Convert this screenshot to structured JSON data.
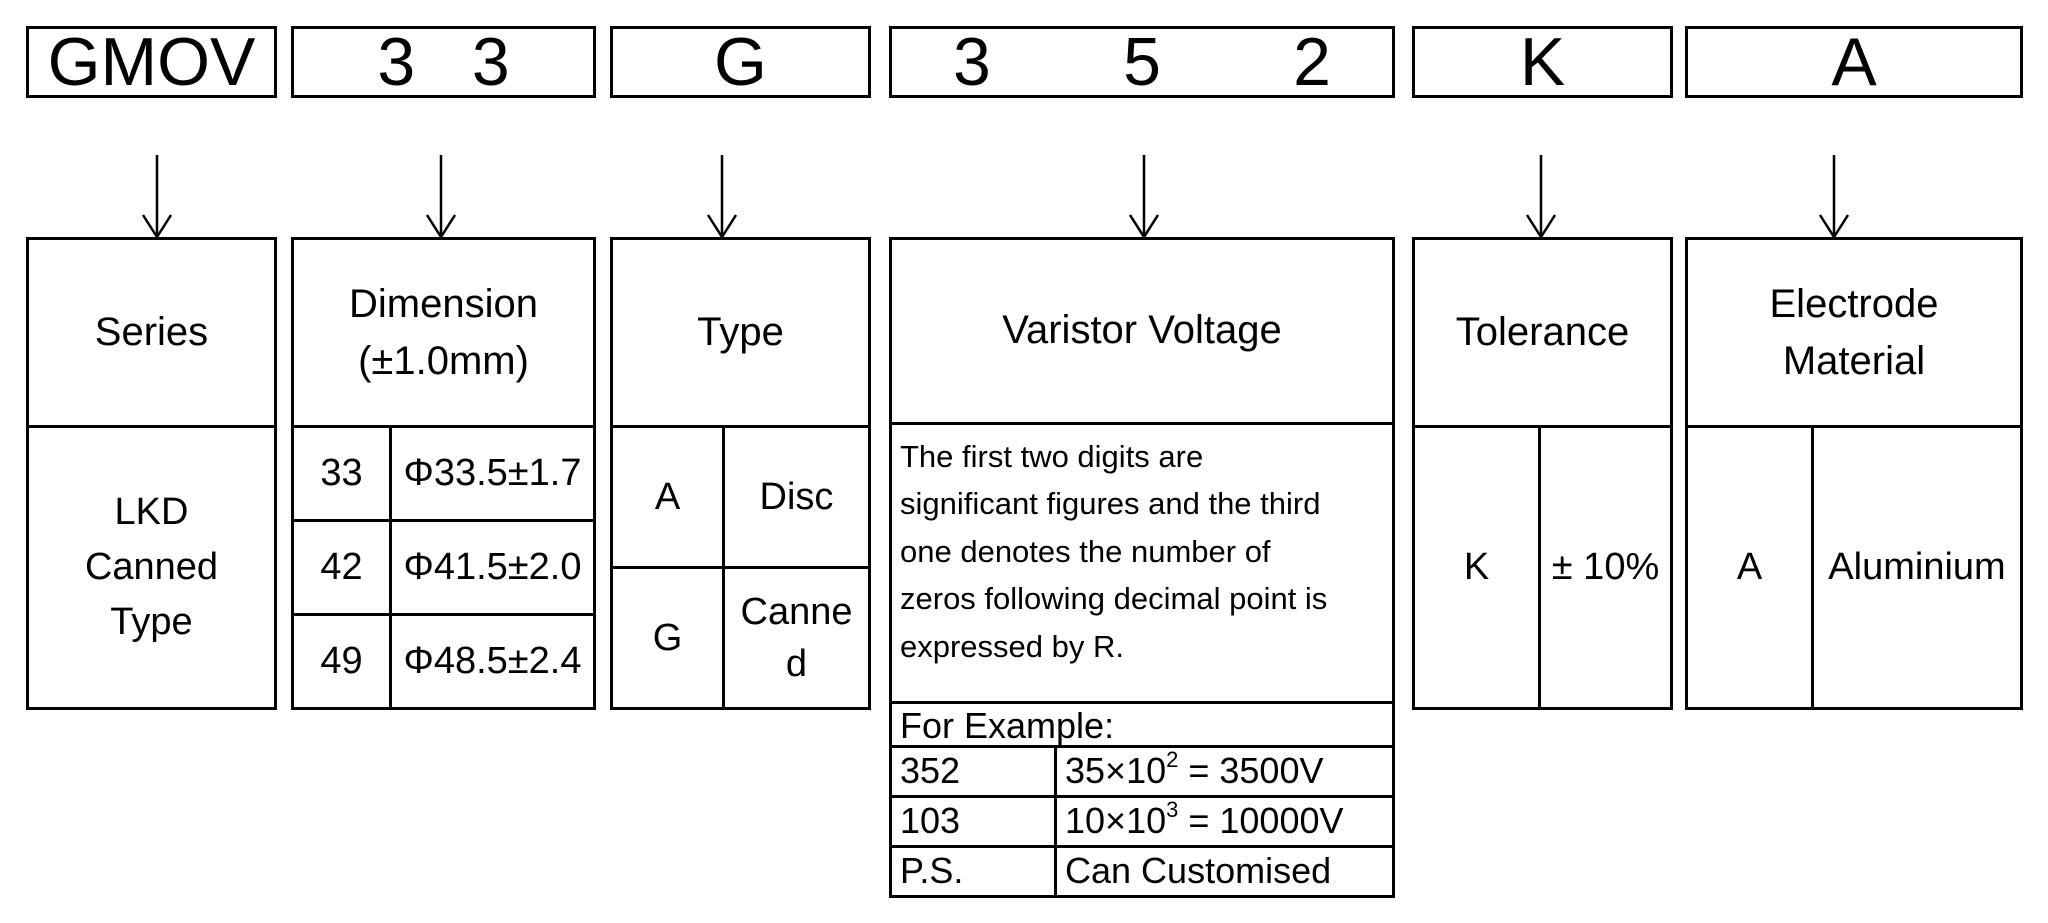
{
  "code_parts": [
    "GMOV",
    "3   3",
    "G",
    "3       5       2",
    "K",
    "A"
  ],
  "series": {
    "title": "Series",
    "value": "LKD\nCanned\nType"
  },
  "dimension": {
    "title": "Dimension\n(±1.0mm)",
    "rows": [
      {
        "code": "33",
        "value": "Φ33.5±1.7"
      },
      {
        "code": "42",
        "value": "Φ41.5±2.0"
      },
      {
        "code": "49",
        "value": "Φ48.5±2.4"
      }
    ]
  },
  "type": {
    "title": "Type",
    "rows": [
      {
        "code": "A",
        "value": "Disc"
      },
      {
        "code": "G",
        "value": "Canne\nd"
      }
    ]
  },
  "voltage": {
    "title": "Varistor Voltage",
    "description_lines": [
      "The first two digits are",
      "significant figures and the third",
      "one denotes the number of",
      "zeros following decimal point is",
      "expressed by R."
    ],
    "example_title": "For Example:",
    "examples": [
      {
        "code": "352",
        "base": "35×10",
        "exp": "2",
        "result": " = 3500V"
      },
      {
        "code": "103",
        "base": "10×10",
        "exp": "3",
        "result": " = 10000V"
      }
    ],
    "ps_label": "P.S.",
    "ps_value": "Can Customised"
  },
  "tolerance": {
    "title": "Tolerance",
    "code": "K",
    "value": "± 10%"
  },
  "electrode": {
    "title": "Electrode\nMaterial",
    "code": "A",
    "value": "Aluminium"
  }
}
